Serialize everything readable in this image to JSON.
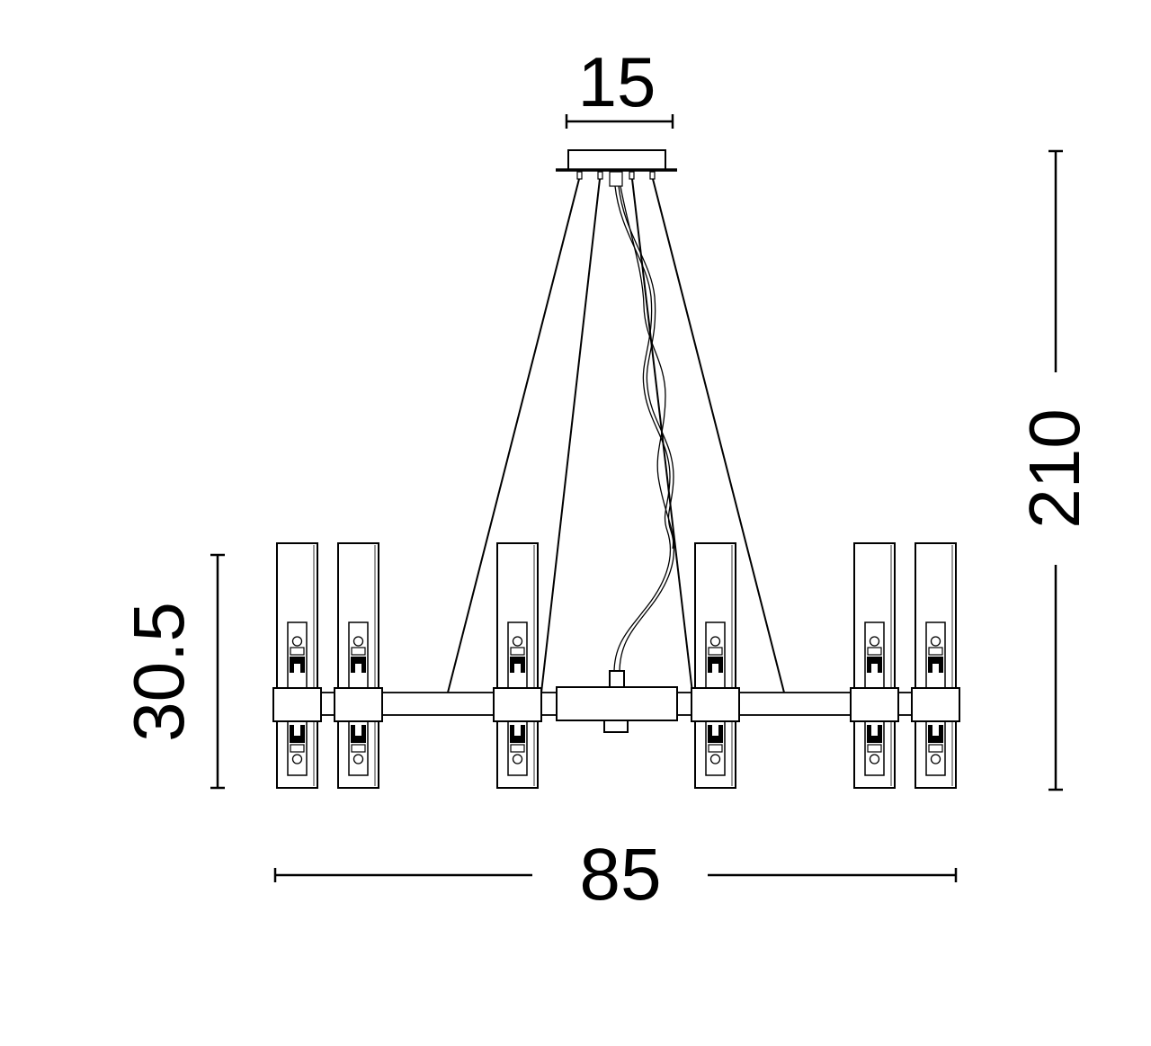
{
  "diagram": {
    "subject": "Pendant chandelier technical dimension drawing",
    "units": "cm",
    "line_color": "#000000",
    "background": "#ffffff",
    "dimensions": {
      "canopy_width": "15",
      "total_height": "210",
      "fixture_height": "30.5",
      "fixture_width": "85"
    },
    "components": {
      "canopy": "ceiling canopy with 4 cable anchors and central cord grip",
      "suspension_cables": 4,
      "power_cord": "twisted power cord from canopy to central junction box",
      "horizontal_bar": "horizontal support bar",
      "central_box": "central junction box",
      "light_columns": 6,
      "bulbs_per_column": 2
    }
  }
}
